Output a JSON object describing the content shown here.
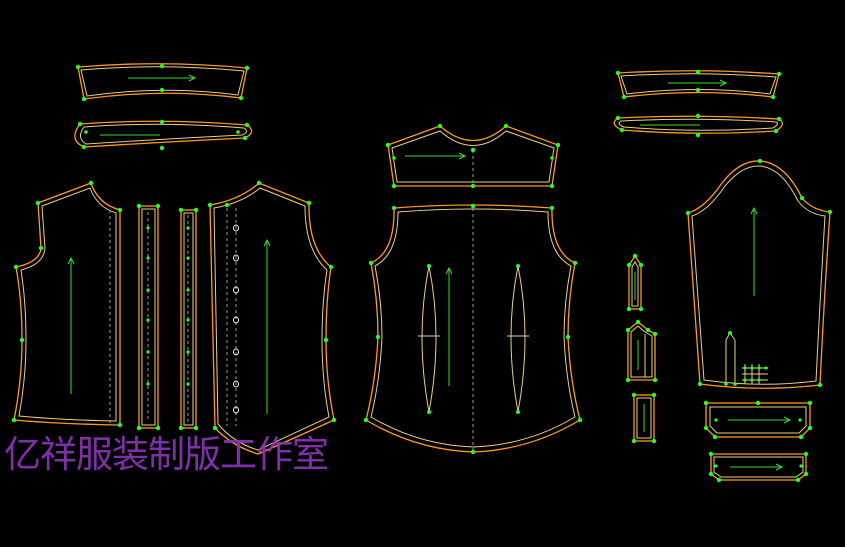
{
  "watermark": {
    "text": "亿祥服装制版工作室"
  },
  "colors": {
    "background": "#000000",
    "outline": "#ff9a1a",
    "inner_line": "#e8cf8a",
    "grainline": "#33dd33",
    "point": "#22ff22",
    "watermark": "#8a33b8"
  },
  "pieces": [
    "collar-band-upper",
    "collar-band-lower",
    "left-front-panel",
    "front-placket-strip-1",
    "front-placket-strip-2",
    "right-front-panel",
    "back-yoke",
    "back-panel",
    "collar-left",
    "collar-stand-right",
    "sleeve",
    "sleeve-placket-1",
    "sleeve-placket-2",
    "sleeve-placket-3",
    "cuff-1",
    "cuff-2"
  ]
}
